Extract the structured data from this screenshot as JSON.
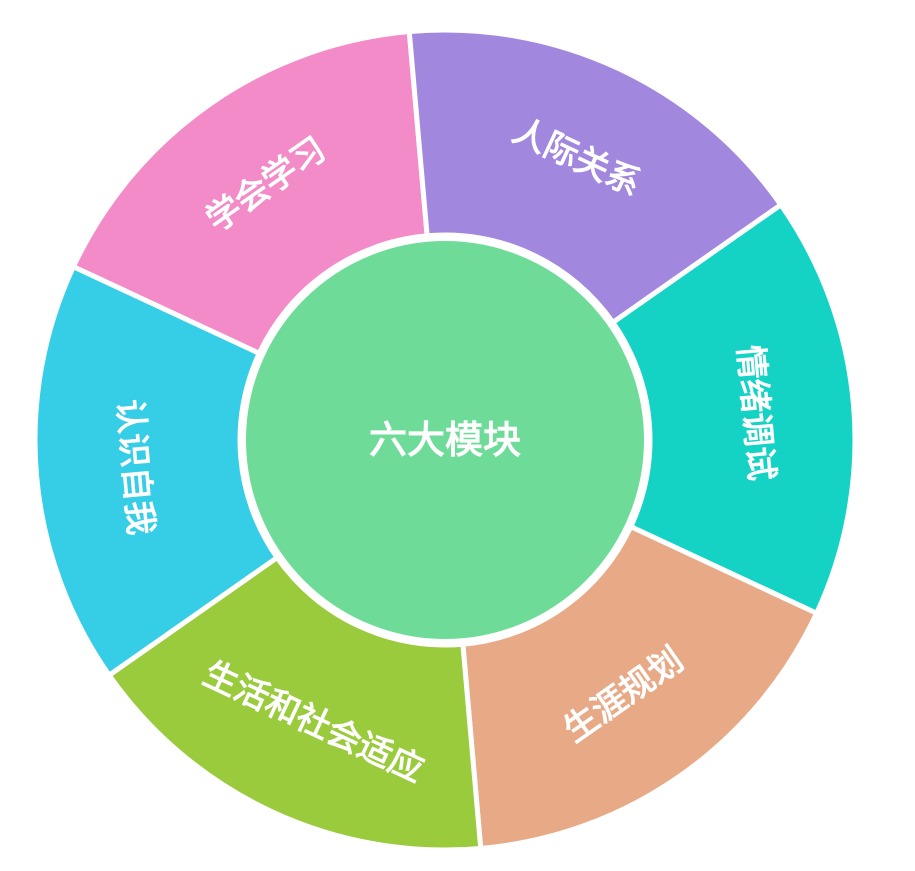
{
  "center": {
    "label": "六大模块",
    "color": "#6EDC98"
  },
  "segments": [
    {
      "label": "学会学习",
      "color": "#F38BC8"
    },
    {
      "label": "人际关系",
      "color": "#A287DE"
    },
    {
      "label": "情绪调试",
      "color": "#14D2C4"
    },
    {
      "label": "生涯规划",
      "color": "#E8AA86"
    },
    {
      "label": "生活和社会适应",
      "color": "#9ACB3C"
    },
    {
      "label": "认识自我",
      "color": "#36CDE6"
    }
  ]
}
